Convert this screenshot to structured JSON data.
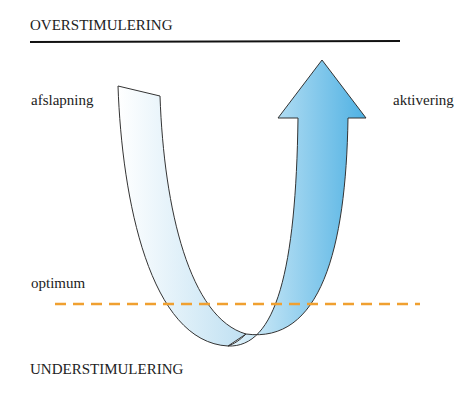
{
  "diagram": {
    "labels": [
      "OVERSTIMULERING",
      "afslapning",
      "aktivering",
      "optimum",
      "UNDERSTIMULERING"
    ]
  }
}
